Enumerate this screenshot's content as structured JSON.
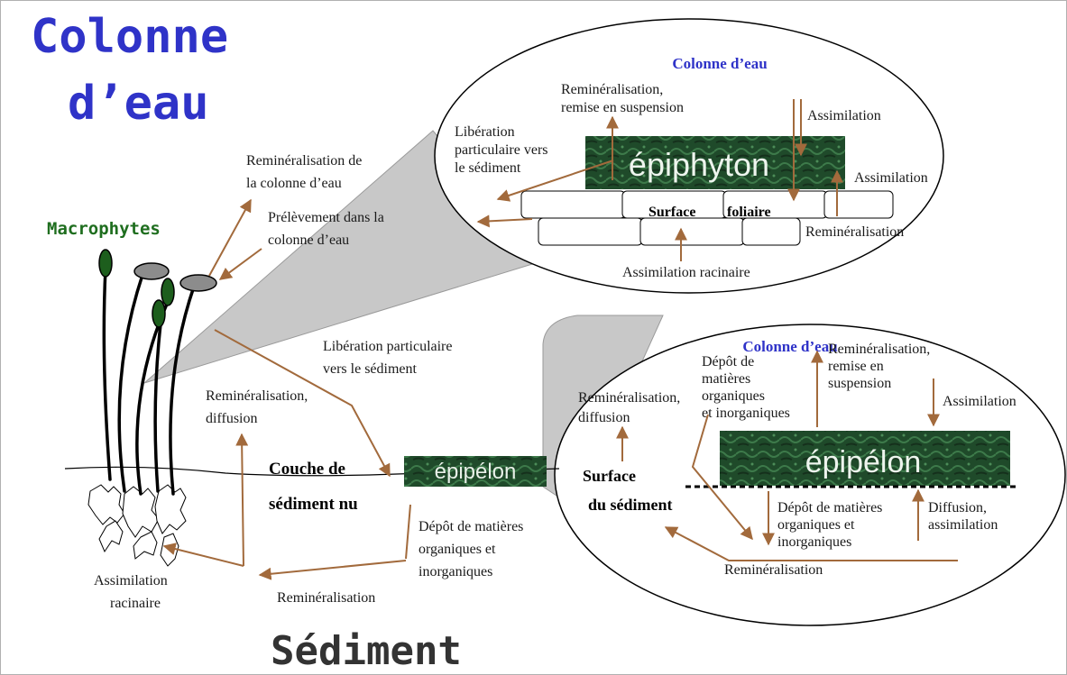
{
  "headings": {
    "water_column_line1": "Colonne",
    "water_column_line2": "d’eau",
    "sediment": "Sédiment",
    "macrophytes": "Macrophytes"
  },
  "colors": {
    "heading_blue": "#2f33c8",
    "macrophyte_green": "#1f6e1f",
    "arrow_brown": "#a26a3c",
    "mat_green": "#1f4a2a"
  },
  "plant_labels": {
    "remin_water_line1": "Reminéralisation de",
    "remin_water_line2": "la colonne d’eau",
    "uptake_water_line1": "Prélèvement dans la",
    "uptake_water_line2": "colonne d’eau",
    "release_line1": "Libération particulaire",
    "release_line2": "vers le sédiment",
    "remin_diff_line1": "Reminéralisation,",
    "remin_diff_line2": "diffusion",
    "bare_sed_line1": "Couche de",
    "bare_sed_line2": "sédiment nu",
    "epipelon": "épipélon",
    "deposit_line1": "Dépôt de matières",
    "deposit_line2": "organiques et",
    "deposit_line3": "inorganiques",
    "remin_bottom": "Reminéralisation",
    "root_line1": "Assimilation",
    "root_line2": "racinaire"
  },
  "bubble_top": {
    "title": "Colonne d’eau",
    "remin_line1": "Reminéralisation,",
    "remin_line2": "remise en suspension",
    "release_line1": "Libération",
    "release_line2": "particulaire vers",
    "release_line3": "le sédiment",
    "epiphyton": "épiphyton",
    "assim1": "Assimilation",
    "assim2": "Assimilation",
    "leaf_surface_a": "Surface",
    "leaf_surface_b": "foliaire",
    "remin": "Reminéralisation",
    "root_assim": "Assimilation racinaire"
  },
  "bubble_bottom": {
    "title": "Colonne d’eau",
    "remin_line1": "Reminéralisation,",
    "remin_line2": "remise en",
    "remin_line3": "suspension",
    "deposit_line1": "Dépôt de",
    "deposit_line2": "matières",
    "deposit_line3": "organiques",
    "deposit_line4": "et inorganiques",
    "assim": "Assimilation",
    "remin_diff_line1": "Reminéralisation,",
    "remin_diff_line2": "diffusion",
    "epipelon": "épipélon",
    "surface_line1": "Surface",
    "surface_line2": "du sédiment",
    "deposit2_line1": "Dépôt de matières",
    "deposit2_line2": "organiques et",
    "deposit2_line3": "inorganiques",
    "diffusion_line1": "Diffusion,",
    "diffusion_line2": "assimilation",
    "remin_bottom": "Reminéralisation"
  }
}
